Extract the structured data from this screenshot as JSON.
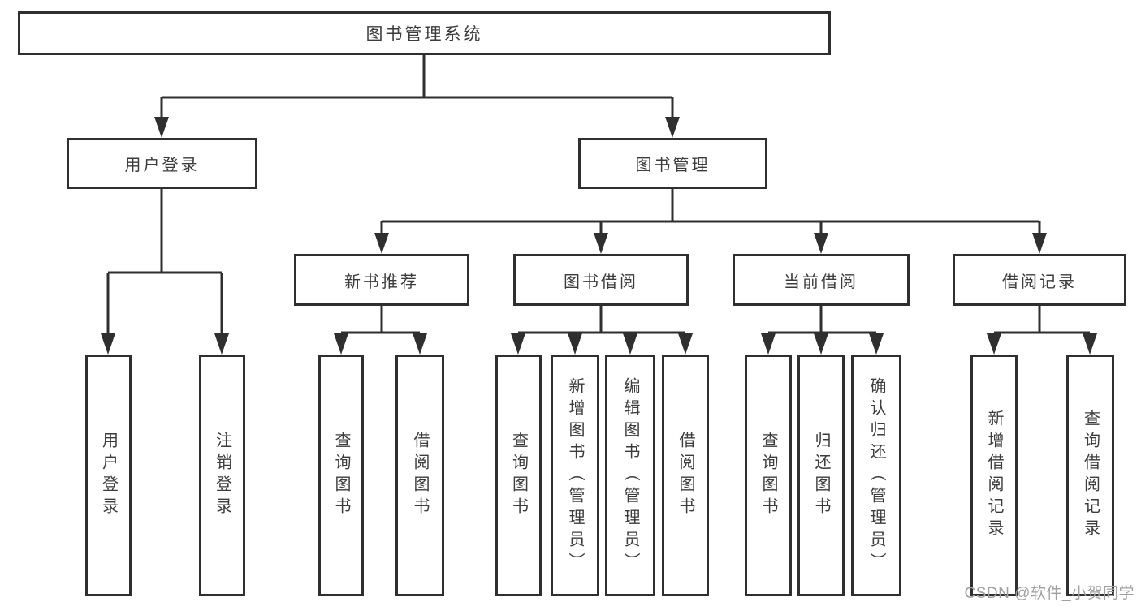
{
  "diagram": {
    "title": "图书管理系统",
    "root": {
      "label": "图书管理系统"
    },
    "level2": {
      "user_login": {
        "label": "用户登录"
      },
      "book_management": {
        "label": "图书管理"
      }
    },
    "level3": {
      "new_book_recommendation": {
        "label": "新书推荐"
      },
      "book_borrowing": {
        "label": "图书借阅"
      },
      "current_borrowing": {
        "label": "当前借阅"
      },
      "borrowing_records": {
        "label": "借阅记录"
      }
    },
    "leaves": {
      "user_login": {
        "label": "用户登录"
      },
      "logout": {
        "label": "注销登录"
      },
      "nb_query_books": {
        "label": "查询图书"
      },
      "nb_borrow_books": {
        "label": "借阅图书"
      },
      "bb_query_books": {
        "label": "查询图书"
      },
      "bb_add_books": {
        "label": "新增图书（管理员）"
      },
      "bb_edit_books": {
        "label": "编辑图书（管理员）"
      },
      "bb_borrow_books": {
        "label": "借阅图书"
      },
      "cb_query_books": {
        "label": "查询图书"
      },
      "cb_return_books": {
        "label": "归还图书"
      },
      "cb_confirm_return": {
        "label": "确认归还（管理员）"
      },
      "br_add_record": {
        "label": "新增借阅记录"
      },
      "br_query_record": {
        "label": "查询借阅记录"
      }
    }
  },
  "watermark": {
    "text": "CSDN @软件_小贺同学"
  },
  "colors": {
    "line": "#2f2f2f",
    "border": "#2f2f2f",
    "text": "#3c3c3c",
    "watermark": "#a0a0a0",
    "background": "#ffffff"
  }
}
